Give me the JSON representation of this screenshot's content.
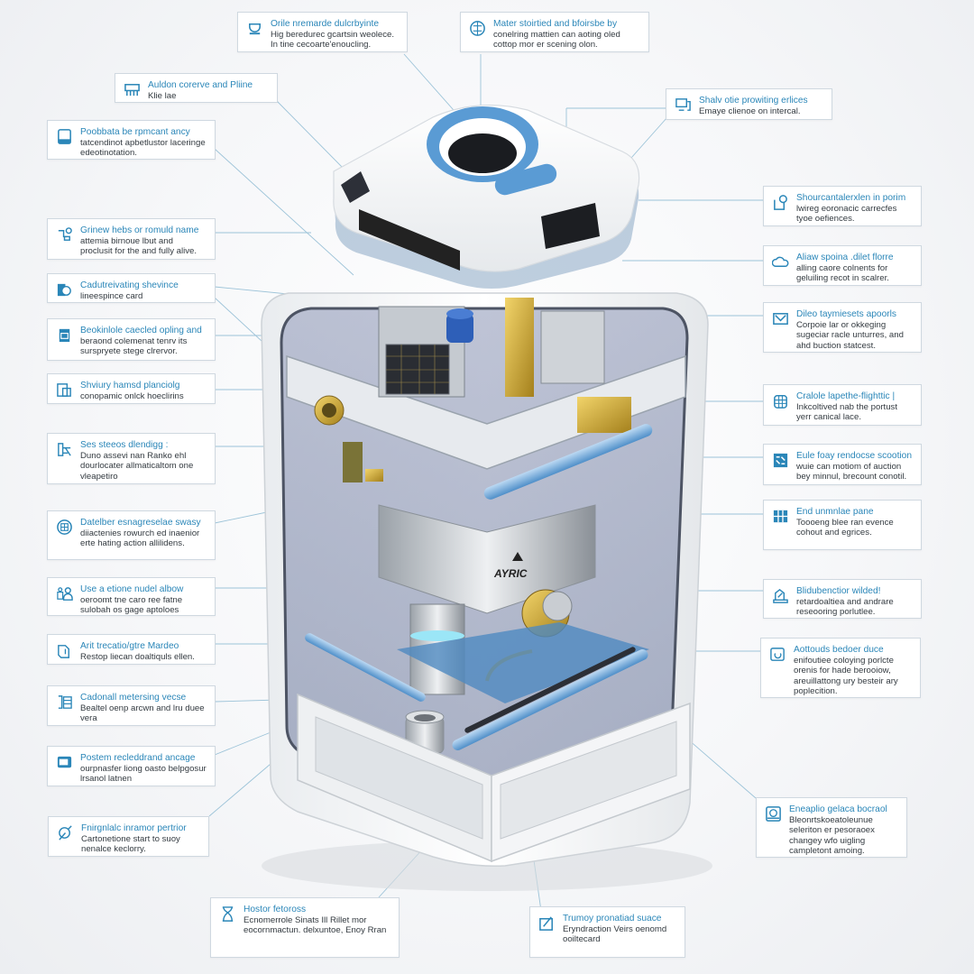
{
  "diagram": {
    "subject": "exploded cutaway of a white appliance unit with internal mechanical components",
    "accent_color": "#2a86b8",
    "line_color": "#8fb8d2",
    "device_badge": "AYRIC"
  },
  "callouts": [
    {
      "id": "c1",
      "icon": "cup-icon",
      "title": "Orile nremarde dulcrbyinte",
      "body": "Hig beredurec gcartsin weolece. In tine cecoarte'enoucling."
    },
    {
      "id": "c2",
      "icon": "globe-icon",
      "title": "Mater stoirtied and bfoirsbe by",
      "body": "conelring mattien can aoting oled cottop mor er scening olon."
    },
    {
      "id": "c3",
      "icon": "bench-icon",
      "title": "Auldon corerve and Pliine",
      "body": "Klie lae"
    },
    {
      "id": "c4",
      "icon": "tablet-icon",
      "title": "Poobbata be rpmcant ancy",
      "body": "tatcendinot apbetlustor laceringe edeotinotation."
    },
    {
      "id": "c5",
      "icon": "monitor-icon",
      "title": "Shalv otie prowiting erlices",
      "body": "Emaye clienoe on intercal."
    },
    {
      "id": "c6",
      "icon": "note-edit-icon",
      "title": "Shourcantalerxlen in porim",
      "body": "lwireg eoronacic carrecfes tyoe oefiences."
    },
    {
      "id": "c7",
      "icon": "connector-icon",
      "title": "Grinew hebs or romuld name",
      "body": "attemia birnoue lbut and proclusit for the and fully alive."
    },
    {
      "id": "c8",
      "icon": "cloud-icon",
      "title": "Aliaw spoina .dilet florre",
      "body": "alling caore colnents for geluiling recot in scalrer."
    },
    {
      "id": "c9",
      "icon": "card-icon",
      "title": "Cadutreivating shevince",
      "body": "lineespince card"
    },
    {
      "id": "c10",
      "icon": "image-frame-icon",
      "title": "Dileo taymiesets apoorls",
      "body": "Corpoie lar or okkeging sugeciar racle unturres, and ahd buction statcest."
    },
    {
      "id": "c11",
      "icon": "bin-icon",
      "title": "Beokinlole caecled opling and",
      "body": "beraond colemenat tenrv its surspryete stege clrervor."
    },
    {
      "id": "c12",
      "icon": "document-split-icon",
      "title": "Shviury hamsd planciolg",
      "body": "conopamic onlck hoeclirins"
    },
    {
      "id": "c13",
      "icon": "building-icon",
      "title": "Cralole lapethe-flighttic |",
      "body": "Inkcoltived nab the portust yerr canical lace."
    },
    {
      "id": "c14",
      "icon": "tools-icon",
      "title": "Ses steeos dlendigg :",
      "body": "Duno assevi nan Ranko ehl dourlocater allmaticaltom one vleapetiro"
    },
    {
      "id": "c15",
      "icon": "tiles-icon",
      "title": "Eule foay rendocse scootion",
      "body": "wuie can motiom of auction bey minnul, brecount conotil."
    },
    {
      "id": "c16",
      "icon": "grid-icon",
      "title": "End unmnlae pane",
      "body": "Toooeng blee ran evence cohout and egrices."
    },
    {
      "id": "c17",
      "icon": "server-icon",
      "title": "Datelber esnagreselae swasy",
      "body": "diiactenies rowurch ed inaenior erte hating action allilidens."
    },
    {
      "id": "c18",
      "icon": "users-icon",
      "title": "Use a etione nudel albow",
      "body": "oeroomt tne caro ree fatne sulobah os gage aptoloes"
    },
    {
      "id": "c19",
      "icon": "map-icon",
      "title": "Blidubenctior wilded!",
      "body": "retardoaltiea and andrare reseooring porlutlee."
    },
    {
      "id": "c20",
      "icon": "phone-icon",
      "title": "Arit trecatio/gtre Mardeo",
      "body": "Restop liecan doaltiquls ellen."
    },
    {
      "id": "c21",
      "icon": "refresh-box-icon",
      "title": "Aottouds bedoer duce",
      "body": "enifoutiee coloying porlcte orenis for hade berooiow, areuillattong ury besteir ary poplecition."
    },
    {
      "id": "c22",
      "icon": "bracket-list-icon",
      "title": "Cadonall metersing vecse",
      "body": "Bealtel oenp arcwn and lru duee vera"
    },
    {
      "id": "c23",
      "icon": "display-icon",
      "title": "Postem recleddrand ancage",
      "body": "ourpnasfer liong oasto belpgosur lrsanol latnen"
    },
    {
      "id": "c24",
      "icon": "disc-drive-icon",
      "title": "Eneaplio gelaca bocraol",
      "body": "Bleonrtskoeatoleunue seleriton er pesoraoex changey wfo uigling campletont amoing."
    },
    {
      "id": "c25",
      "icon": "pen-circle-icon",
      "title": "Fnirgnlalc inramor pertrior",
      "body": "Cartonetione start to suoy nenalce keclorry."
    },
    {
      "id": "c26",
      "icon": "hourglass-icon",
      "title": "Hostor fetoross",
      "body": "Ecnomerrole Sinats Ill Rillet mor eocornmactun. delxuntoe, Enoy Rran"
    },
    {
      "id": "c27",
      "icon": "pencil-frame-icon",
      "title": "Trumoy pronatiad suace",
      "body": "Eryndraction Veirs oenomd ooiltecard"
    }
  ]
}
